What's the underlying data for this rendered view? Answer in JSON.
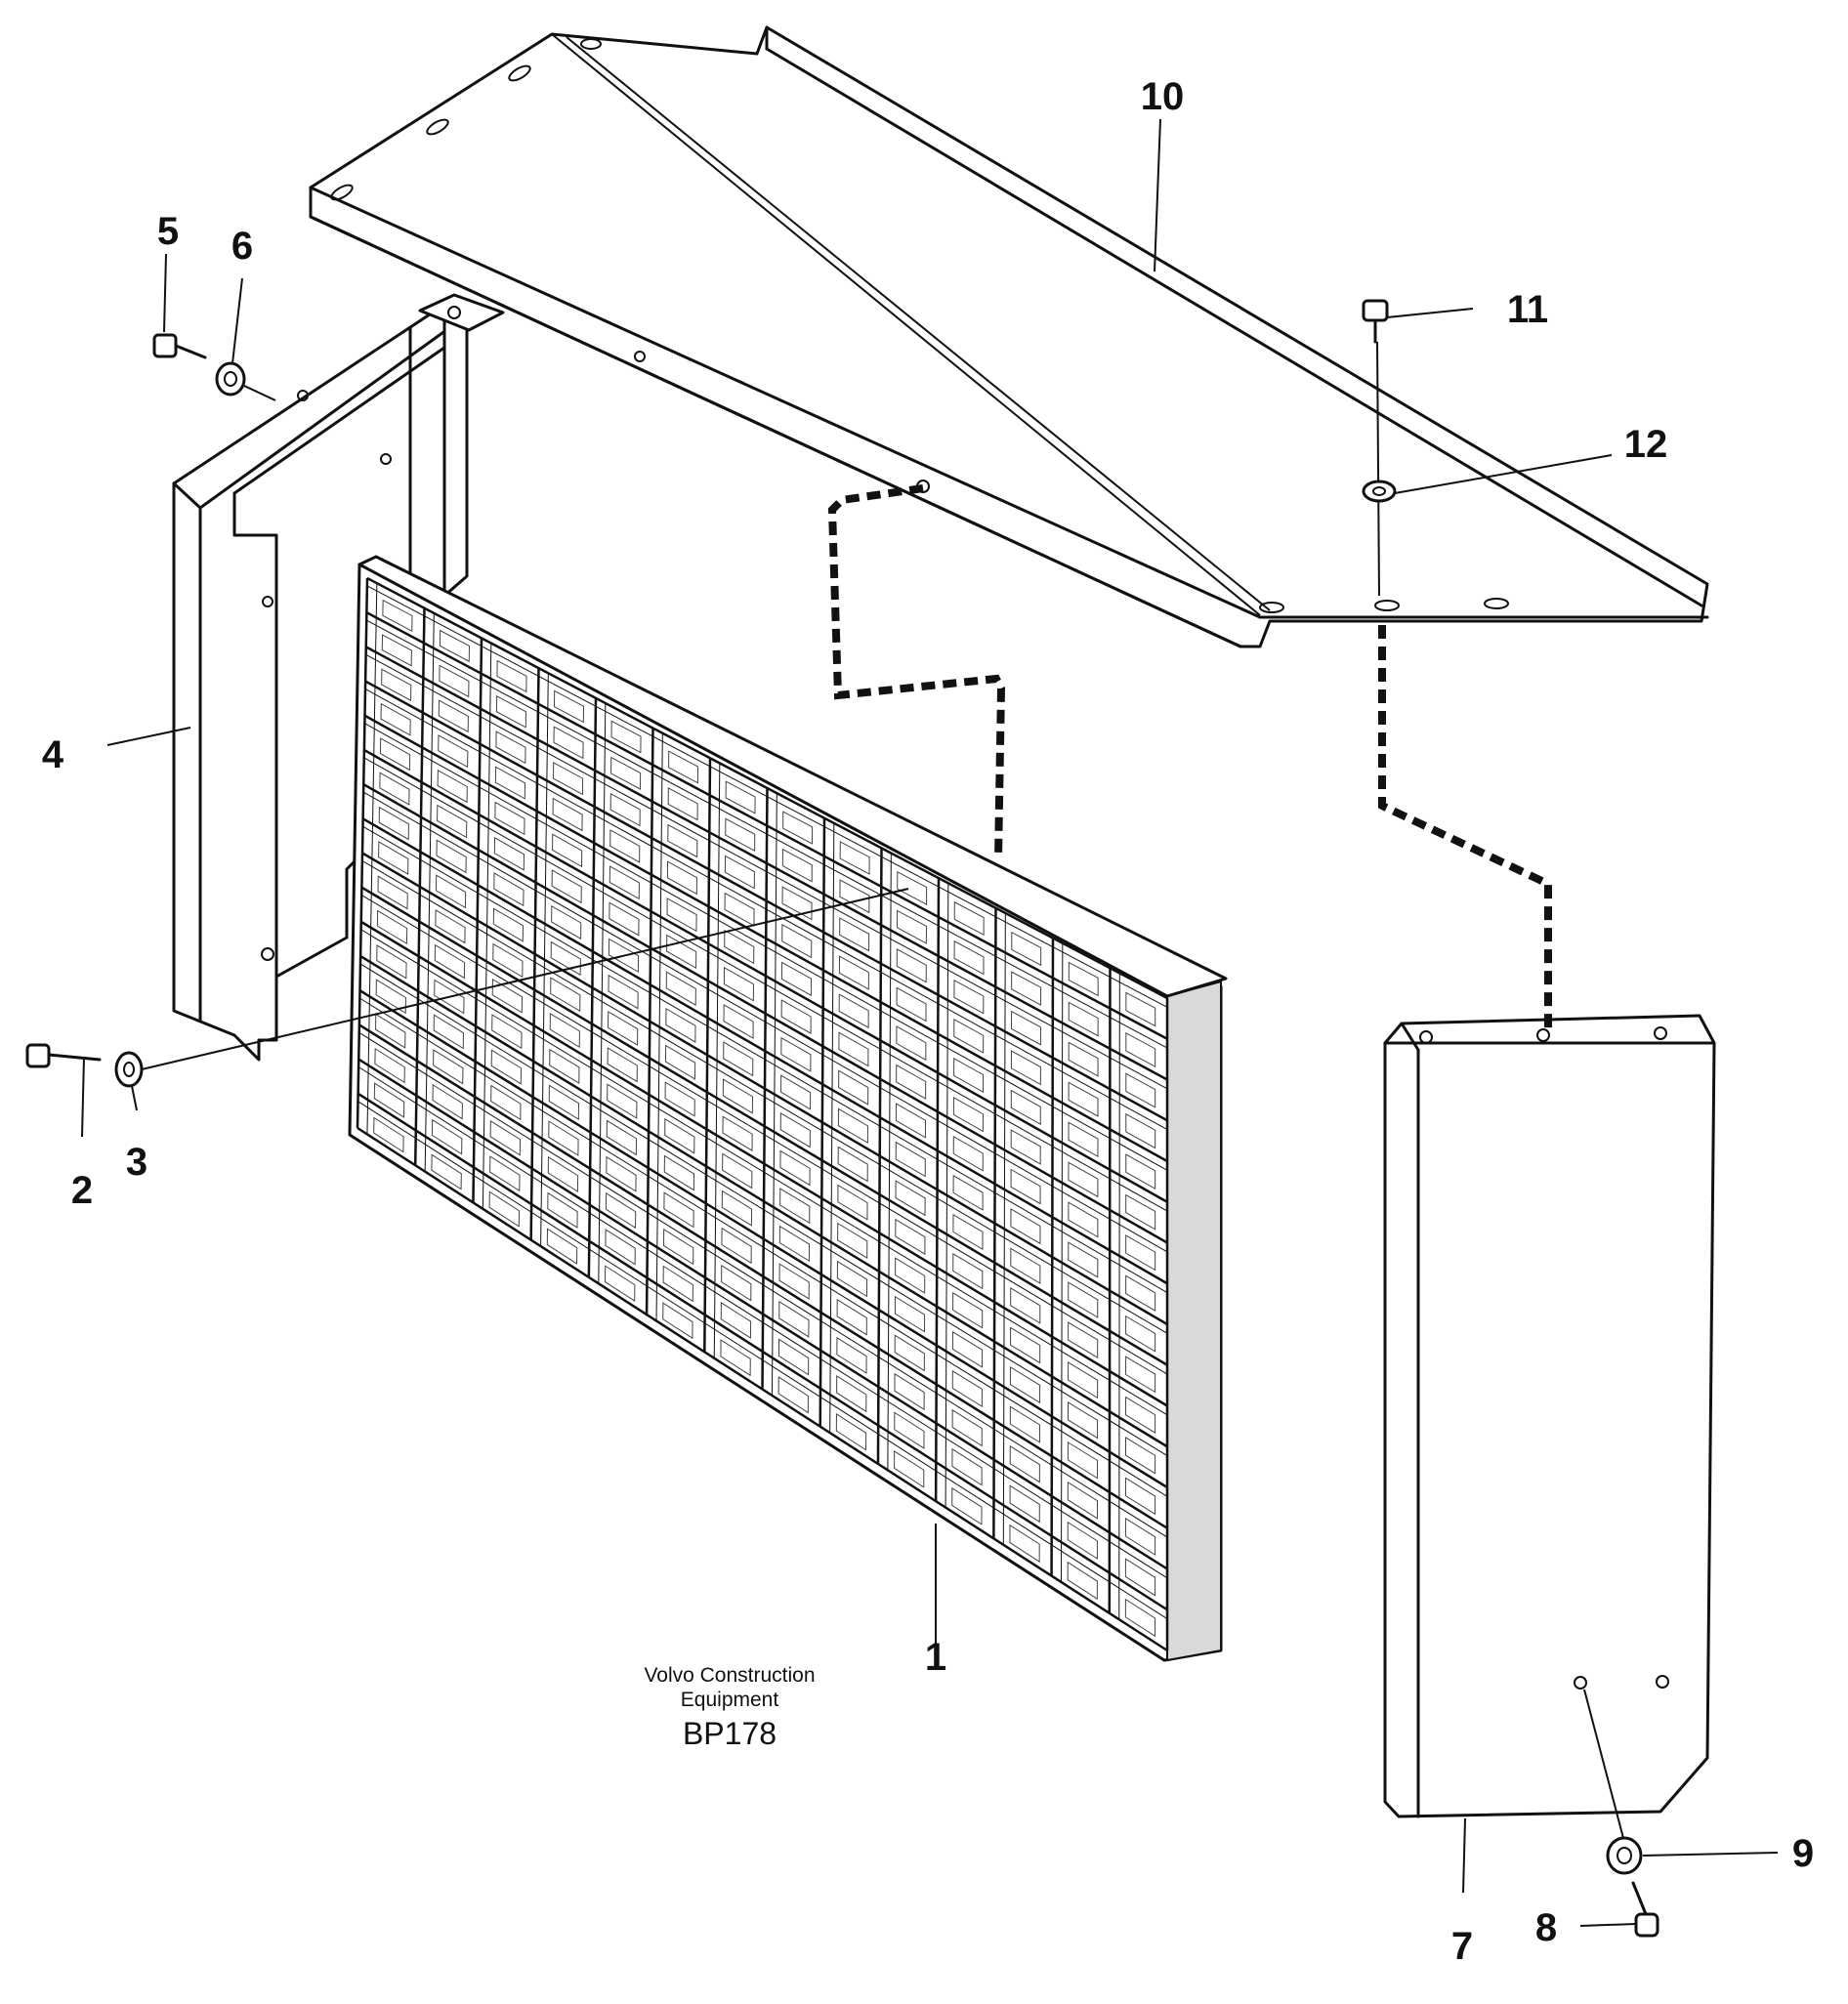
{
  "diagram": {
    "callouts": [
      "1",
      "2",
      "3",
      "4",
      "5",
      "6",
      "7",
      "8",
      "9",
      "10",
      "11",
      "12"
    ],
    "caption": {
      "line1": "Volvo Construction",
      "line2": "Equipment",
      "code": "BP178"
    }
  }
}
